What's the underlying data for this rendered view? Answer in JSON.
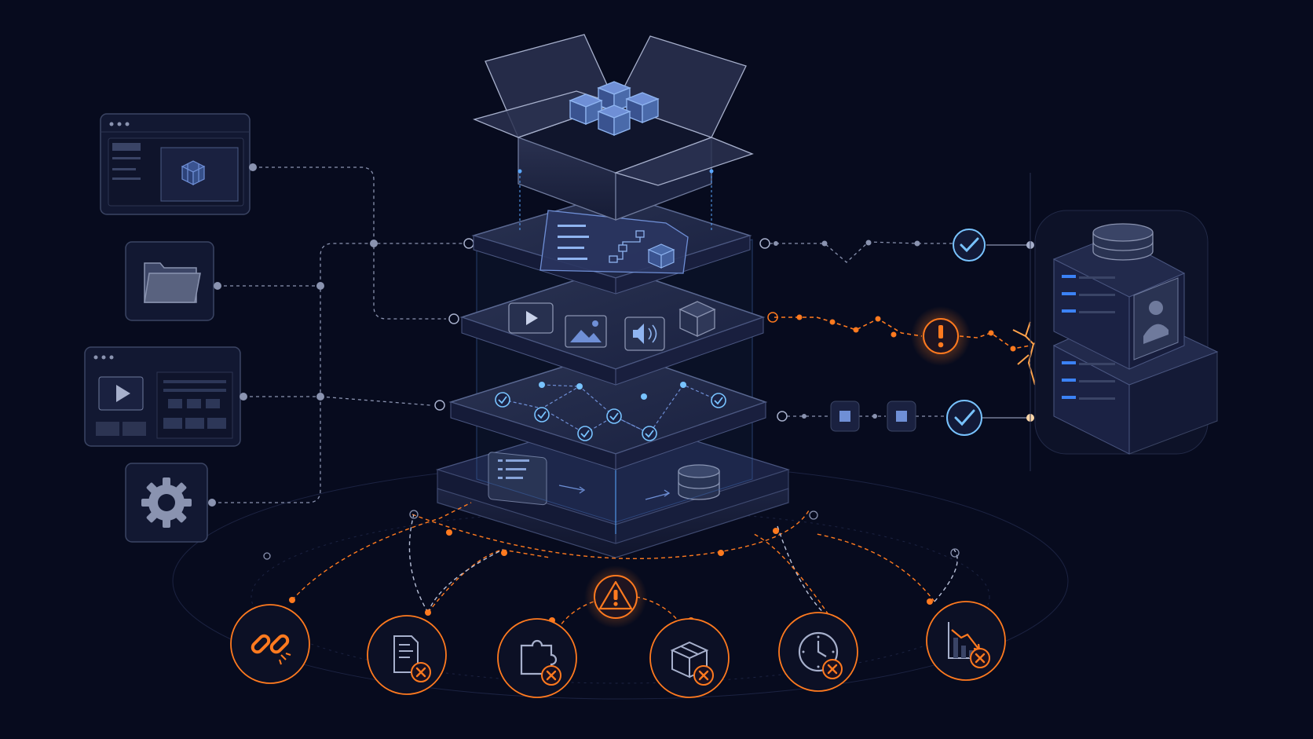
{
  "colors": {
    "background": "#070b1e",
    "panel_fill": "#141a33",
    "panel_stroke": "#3b4564",
    "connector": "#8a93b0",
    "accent_blue": "#5aa7ff",
    "accent_orange": "#ff7a1f",
    "success": "#78c3ff",
    "warning": "#ff7a1f"
  },
  "sources": [
    {
      "id": "web-app",
      "icon": "browser-cube-icon"
    },
    {
      "id": "file-store",
      "icon": "folder-icon"
    },
    {
      "id": "media-app",
      "icon": "video-editor-icon"
    },
    {
      "id": "configuration",
      "icon": "gear-icon"
    }
  ],
  "stack_layers": [
    {
      "id": "package",
      "icon": "open-box-icon"
    },
    {
      "id": "documents",
      "icon": "document-diagram-icon"
    },
    {
      "id": "media",
      "icon": "media-icons"
    },
    {
      "id": "validation",
      "icon": "checkpoint-graph-icon"
    },
    {
      "id": "storage",
      "icon": "terminal-database-icon"
    }
  ],
  "outputs": [
    {
      "id": "output-top",
      "status": "success",
      "icon": "check-icon"
    },
    {
      "id": "output-middle",
      "status": "error",
      "icon": "exclamation-icon"
    },
    {
      "id": "output-bottom",
      "status": "success",
      "icon": "check-icon"
    }
  ],
  "target": {
    "icon": "server-stack-icon"
  },
  "failure_hub": {
    "icon": "warning-triangle-icon"
  },
  "failure_modes": [
    {
      "id": "broken-link",
      "icon": "broken-link-icon"
    },
    {
      "id": "missing-document",
      "icon": "document-error-icon"
    },
    {
      "id": "missing-plugin",
      "icon": "puzzle-error-icon"
    },
    {
      "id": "broken-package",
      "icon": "package-error-icon"
    },
    {
      "id": "timeout",
      "icon": "clock-error-icon"
    },
    {
      "id": "performance-drop",
      "icon": "chart-decline-error-icon"
    }
  ]
}
